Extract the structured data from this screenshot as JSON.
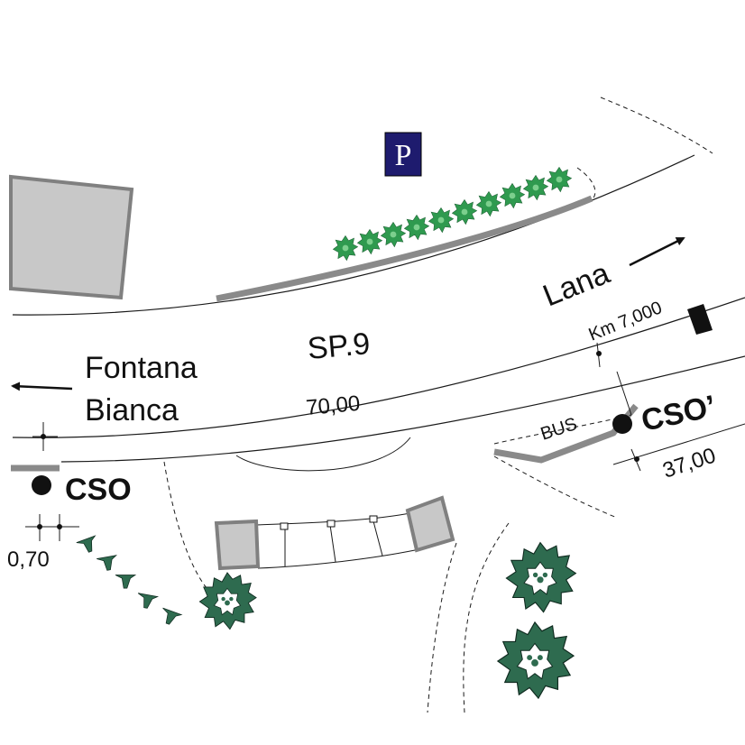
{
  "labels": {
    "road_name": "SP.9",
    "road_width": "70,00",
    "direction_right": "Lana",
    "direction_left_line1": "Fontana",
    "direction_left_line2": "Bianca",
    "kilometer": "Km 7,000",
    "bus": "BUS",
    "cso_left": "CSO",
    "cso_right": "CSO’",
    "dist_right": "37,00",
    "dist_left": "0,70",
    "parking": "P"
  },
  "colors": {
    "parking_bg": "#1e1b6e",
    "parking_fg": "#ffffff",
    "hedge": "#2f9a4f",
    "tree": "#2e6b4f",
    "curb": "#8a8a8a",
    "building_fill": "#c8c8c8",
    "building_stroke": "#808080"
  },
  "icons": {
    "parking": "parking-sign-icon",
    "stop": "bus-stop-marker-icon",
    "tree": "tree-icon",
    "shrub": "shrub-icon",
    "arrow": "direction-arrow-icon"
  }
}
